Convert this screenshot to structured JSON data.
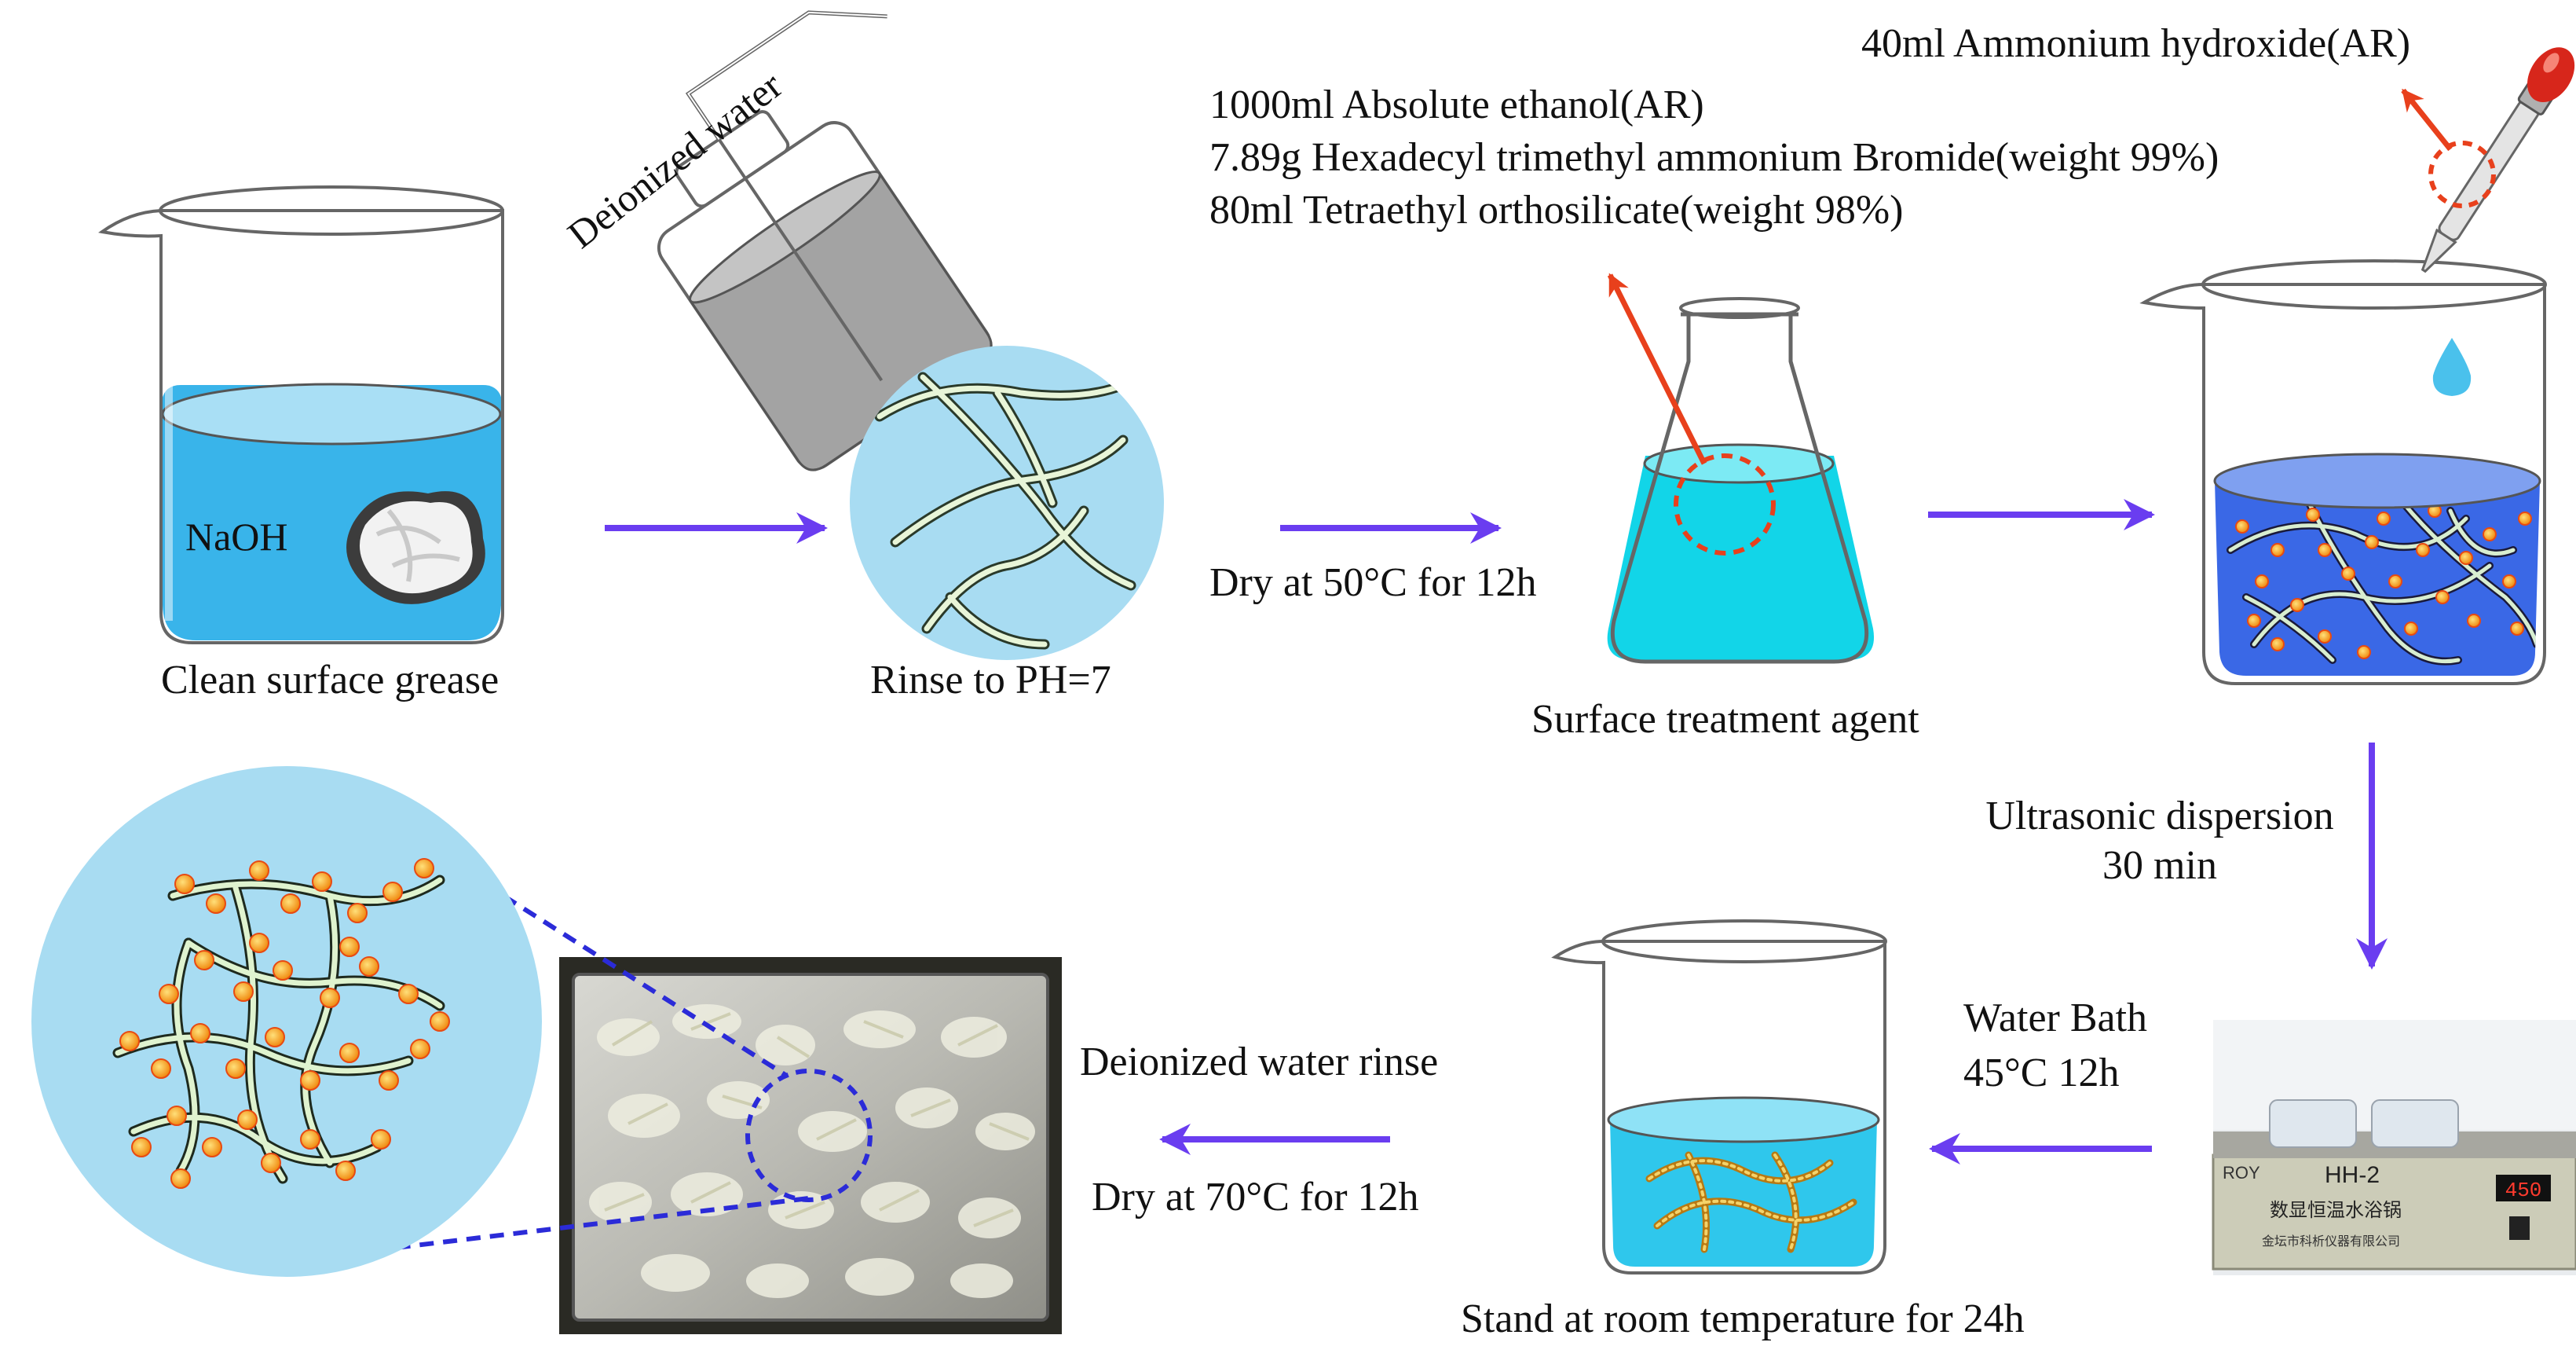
{
  "diagram": {
    "step1": {
      "solution_label": "NaOH",
      "caption": "Clean surface grease"
    },
    "wash_bottle": {
      "label": "Deionized water"
    },
    "step2": {
      "caption": "Rinse to PH=7"
    },
    "dry1": {
      "label": "Dry at 50°C for 12h"
    },
    "reagents": {
      "line1": "1000ml Absolute ethanol(AR)",
      "line2": "7.89g  Hexadecyl trimethyl ammonium Bromide(weight 99%)",
      "line3": "80ml Tetraethyl orthosilicate(weight 98%)"
    },
    "step3": {
      "caption": "Surface treatment agent"
    },
    "ammonia": {
      "label": "40ml Ammonium hydroxide(AR)"
    },
    "ultrasonic": {
      "line1": "Ultrasonic dispersion",
      "line2": "30 min"
    },
    "water_bath": {
      "line1": "Water Bath",
      "line2": "45°C   12h",
      "display": "450",
      "model": "HH-2",
      "brand": "ROY",
      "name_cn": "数显恒温水浴锅",
      "maker_cn": "金坛市科析仪器有限公司"
    },
    "stand": {
      "caption": "Stand at room temperature for 24h"
    },
    "final": {
      "rinse": "Deionized water rinse",
      "dry": "Dry at 70°C for 12h"
    },
    "colors": {
      "arrow": "#6a3df0",
      "pointer": "#e8401c",
      "naoh_liquid": "#39b4ea",
      "fiber_bg": "#a8dcf2",
      "flask_liquid": "#12d5e8",
      "mix_liquid": "#3a68e6",
      "particle": "#f4b51c",
      "zoom_dash": "#2b2bd8"
    }
  }
}
